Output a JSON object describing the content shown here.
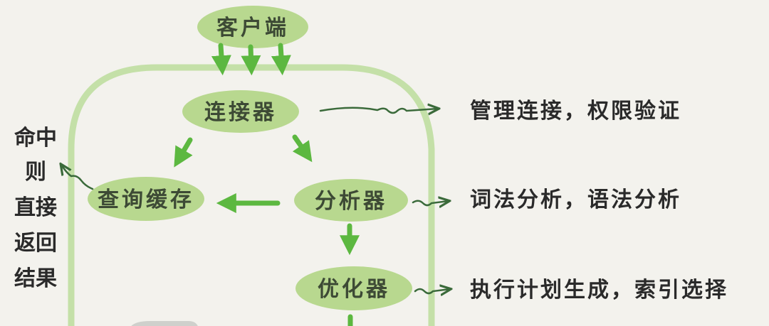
{
  "nodes": {
    "client": "客户端",
    "connector": "连接器",
    "query_cache": "查询缓存",
    "analyzer": "分析器",
    "optimizer": "优化器"
  },
  "notes": {
    "connector": "管理连接，权限验证",
    "analyzer": "词法分析，语法分析",
    "optimizer": "执行计划生成，索引选择"
  },
  "side_note": [
    "命中",
    "则",
    "直接",
    "返回",
    "结果"
  ],
  "colors": {
    "node_fill": "#b8d88f",
    "arrow": "#5cb840",
    "frame": "#c4e0a8",
    "background": "#f3f2ed"
  }
}
